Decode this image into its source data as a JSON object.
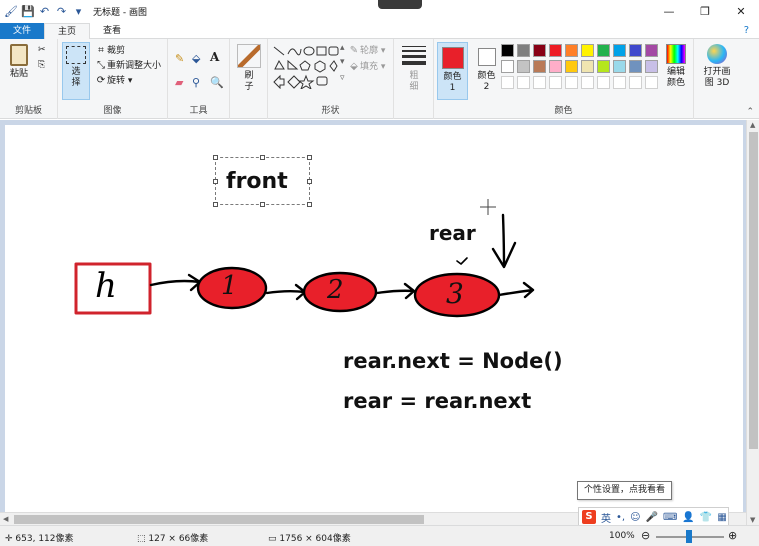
{
  "window": {
    "title": "无标题 - 画图"
  },
  "tabs": [
    {
      "label": "文件"
    },
    {
      "label": "主页"
    },
    {
      "label": "查看"
    }
  ],
  "ribbon": {
    "clipboard": {
      "paste": "粘贴",
      "group": "剪贴板"
    },
    "image": {
      "select": "选择",
      "crop": "裁剪",
      "resize": "重新调整大小",
      "rotate": "旋转",
      "group": "图像"
    },
    "tools": {
      "group": "工具"
    },
    "brushes": {
      "label": "刷子"
    },
    "shapes": {
      "outline": "轮廓",
      "fill": "填充",
      "group": "形状"
    },
    "size": {
      "label": "粗细"
    },
    "colors": {
      "color1": "颜色 1",
      "color2": "颜色 2",
      "edit": "编辑颜色",
      "group": "颜色",
      "color1_value": "#e8202a",
      "color2_value": "#ffffff",
      "palette_row1": [
        "#000000",
        "#7f7f7f",
        "#880015",
        "#ed1c24",
        "#ff7f27",
        "#fff200",
        "#22b14c",
        "#00a2e8",
        "#3f48cc",
        "#a349a4"
      ],
      "palette_row2": [
        "#ffffff",
        "#c3c3c3",
        "#b97a57",
        "#ffaec9",
        "#ffc90e",
        "#efe4b0",
        "#b5e61d",
        "#99d9ea",
        "#7092be",
        "#c8bfe7"
      ]
    },
    "paint3d": {
      "label": "打开画图 3D"
    }
  },
  "canvas": {
    "label_front": "front",
    "label_rear": "rear",
    "head_letter": "h",
    "nodes": [
      "1",
      "2",
      "3"
    ],
    "code_line1": "rear.next = Node()",
    "code_line2": "rear = rear.next"
  },
  "status": {
    "cursor": "653, 112像素",
    "selection": "127 × 66像素",
    "canvas_size": "1756 × 604像素",
    "zoom": "100%"
  },
  "tooltip": "个性设置，点我看看",
  "ime": {
    "mode": "英"
  }
}
